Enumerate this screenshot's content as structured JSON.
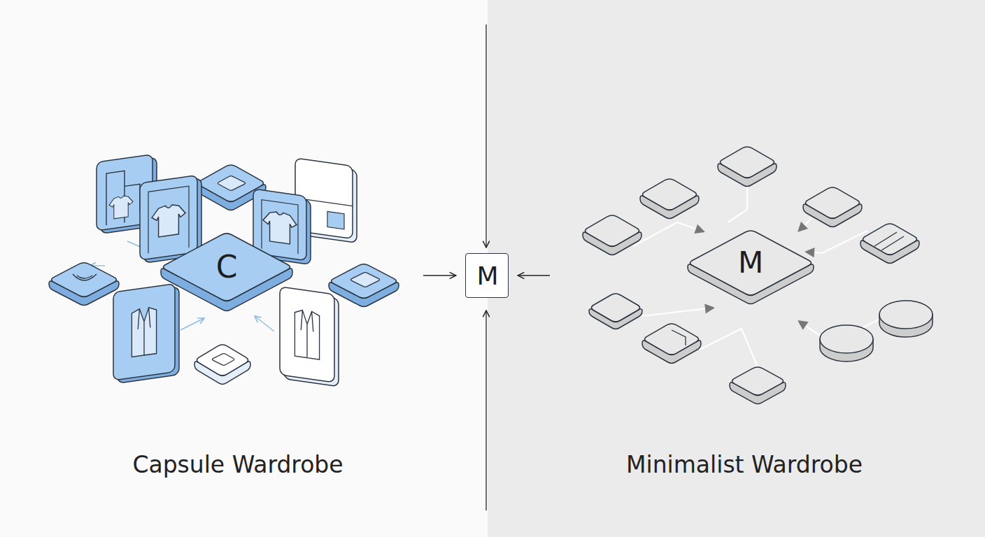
{
  "diagram": {
    "nodes": [
      {
        "text": [
          "C"
        ]
      },
      {
        "text": [
          "M"
        ]
      },
      {
        "text": [
          "M"
        ]
      }
    ],
    "labels": [
      "Capsule Wardrobe",
      "Minimalist Wardrobe"
    ]
  }
}
